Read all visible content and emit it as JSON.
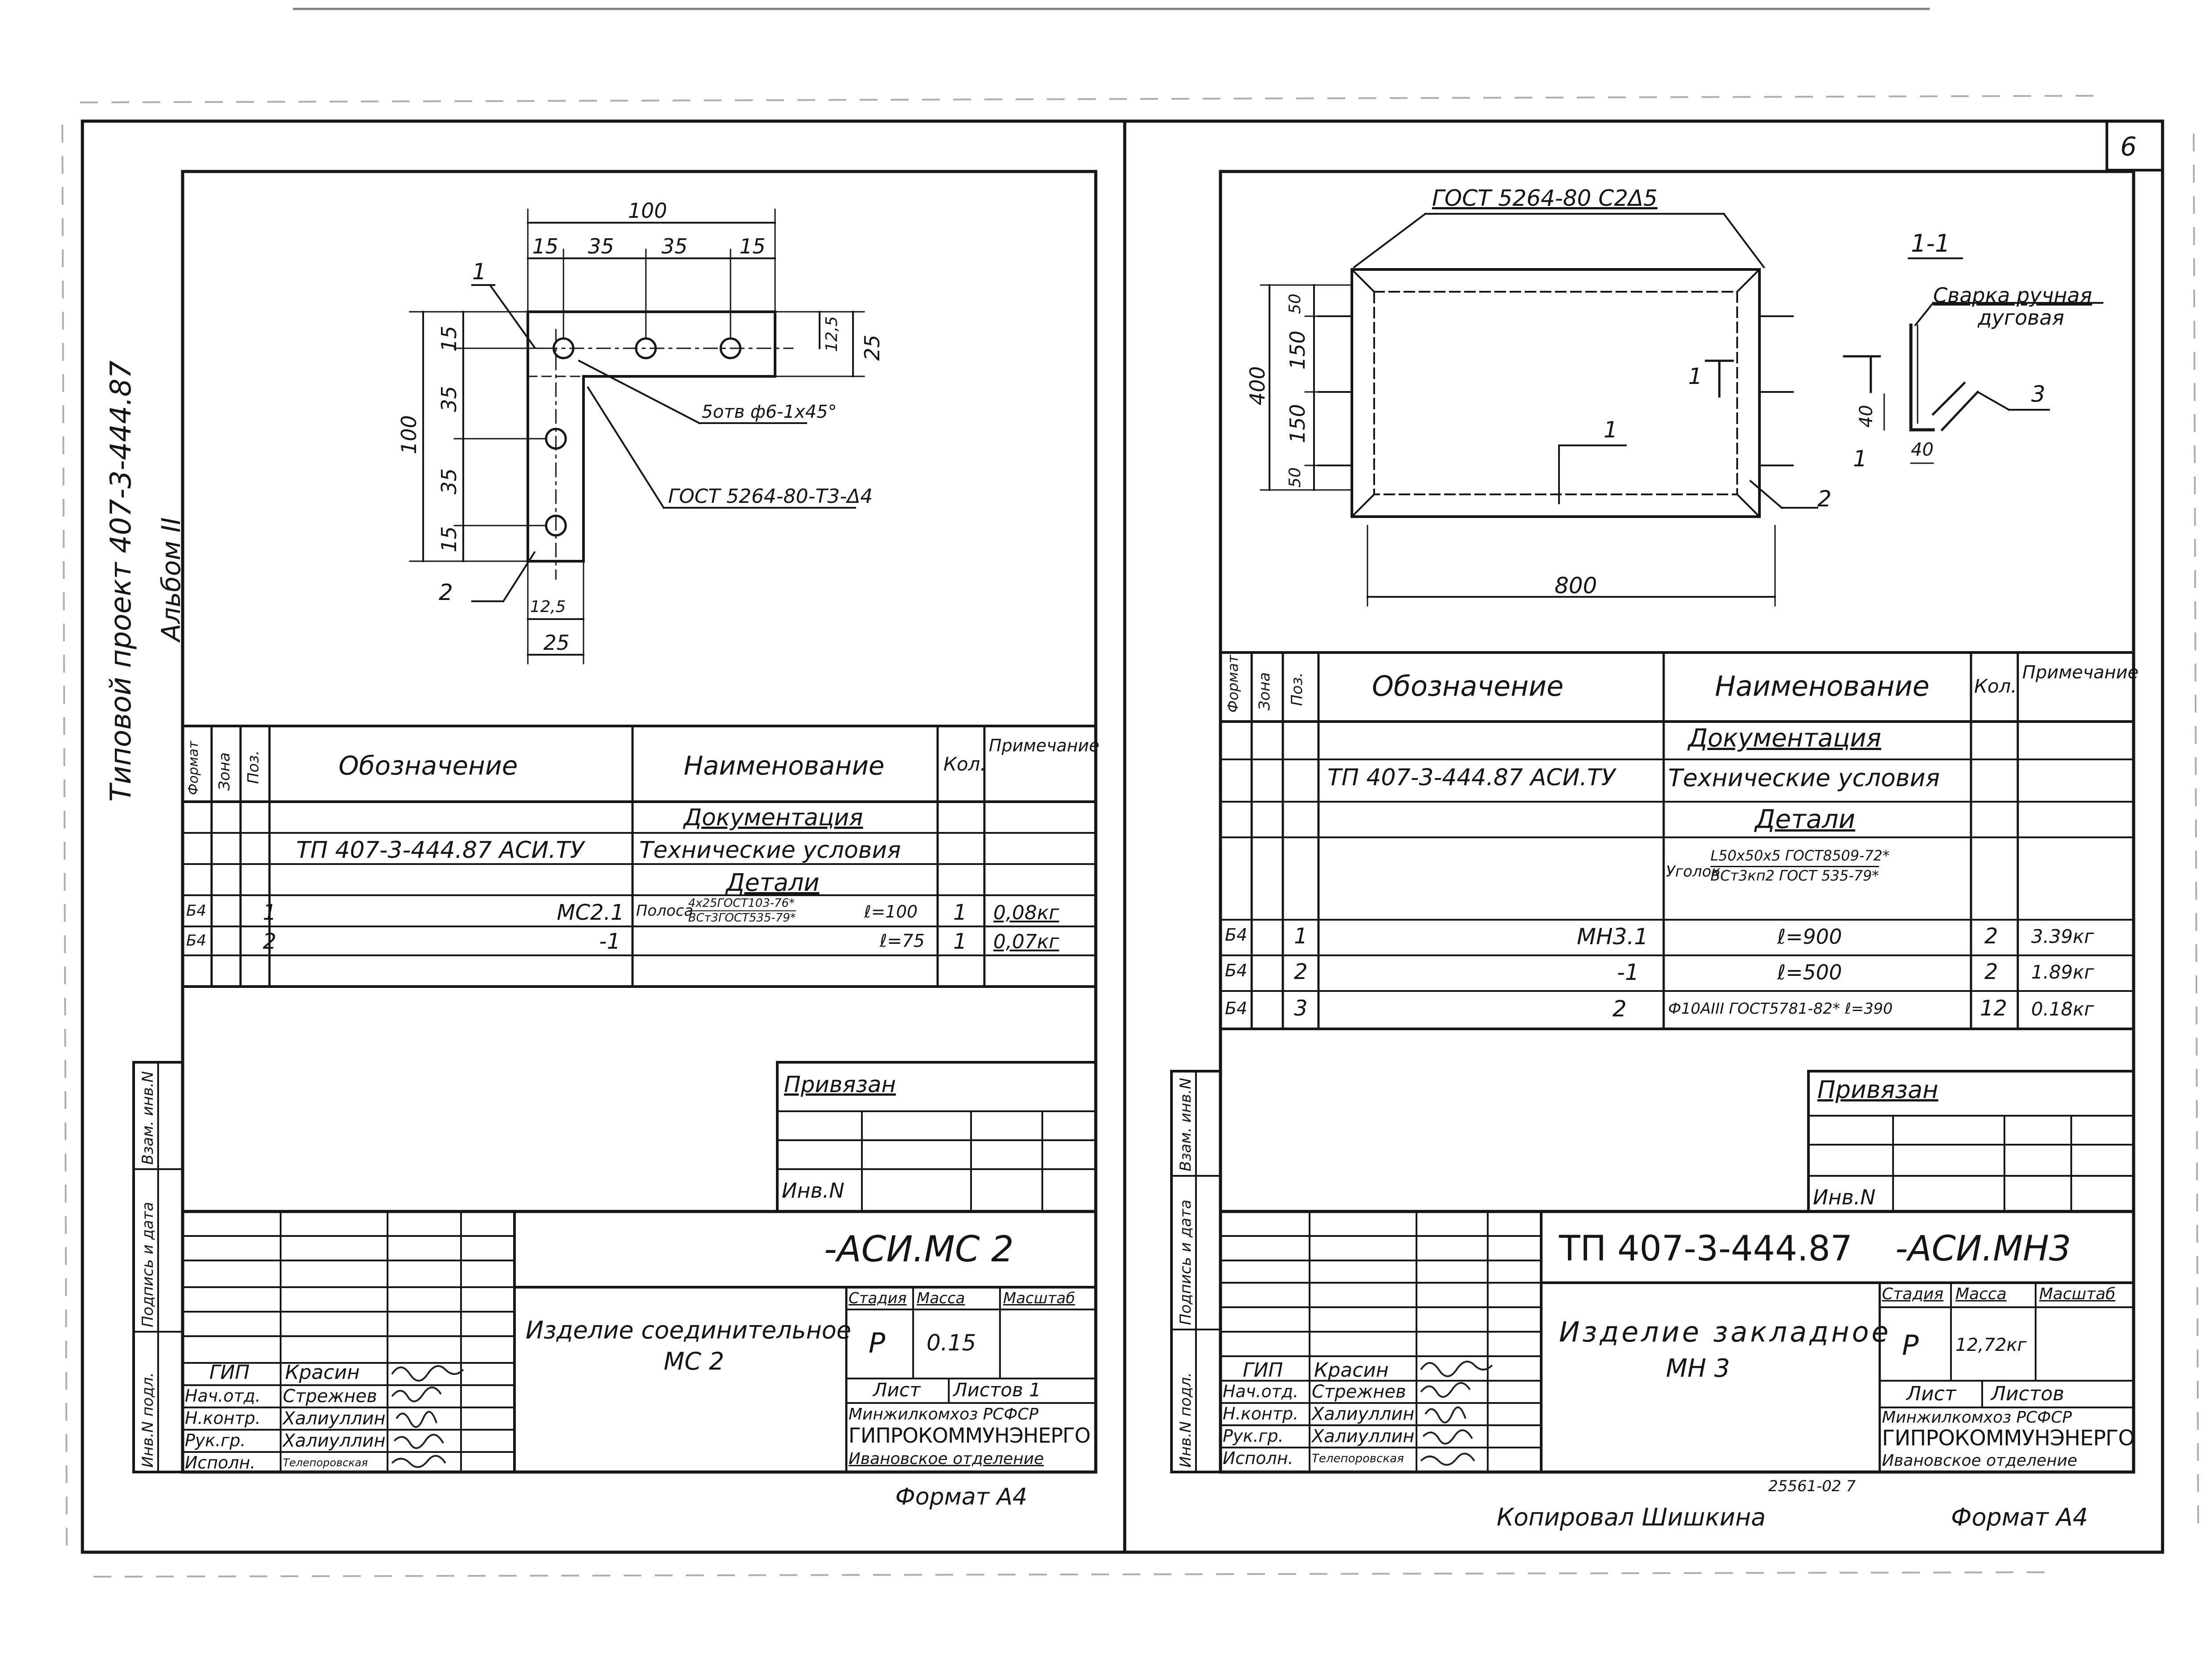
{
  "page_number": "6",
  "side_title": "Типовой проект 407-3-444.87",
  "side_album": "Альбом II",
  "left": {
    "drawing": {
      "dims_top": [
        "100",
        "15",
        "35",
        "35",
        "15"
      ],
      "dims_left": [
        "100",
        "15",
        "35",
        "35",
        "15"
      ],
      "dims_right": [
        "12,5",
        "25"
      ],
      "dims_bottom": [
        "12,5",
        "25"
      ],
      "callouts": [
        "1",
        "2"
      ],
      "hole_note": "5отв ф6-1х45°",
      "weld_note": "ГОСТ 5264-80-Т3-Δ4"
    },
    "spec": {
      "head": [
        "Формат",
        "Зона",
        "Поз.",
        "Обозначение",
        "Наименование",
        "Кол.",
        "Примечание"
      ],
      "section_docs": "Документация",
      "doc_code": "ТП 407-3-444.87 АСИ.ТУ",
      "doc_name": "Технические условия",
      "section_parts": "Детали",
      "rows": [
        {
          "fmt": "Б4",
          "pos": "1",
          "code": "МС2.1",
          "name_a": "Полоса",
          "name_b": "4х25ГОСТ103-76*",
          "name_c": "ВСт3ГОСТ535-79*",
          "len": "ℓ=100",
          "qty": "1",
          "note": "0,08кг"
        },
        {
          "fmt": "Б4",
          "pos": "2",
          "code": "-1",
          "len": "ℓ=75",
          "qty": "1",
          "note": "0,07кг"
        }
      ]
    },
    "privyazan": "Привязан",
    "inv": "Инв.N",
    "stamp": {
      "code": "-АСИ.МС 2",
      "title_a": "Изделие соединительное",
      "title_b": "МС 2",
      "stage_h": "Стадия",
      "mass_h": "Масса",
      "scale_h": "Масштаб",
      "stage": "Р",
      "mass": "0.15",
      "sheet": "Лист",
      "sheets": "Листов 1",
      "org_1": "Минжилкомхоз РСФСР",
      "org_2": "ГИПРОКОММУНЭНЕРГО",
      "org_3": "Ивановское отделение",
      "roles": [
        "ГИП",
        "Нач.отд.",
        "Н.контр.",
        "Рук.гр.",
        "Исполн."
      ],
      "names": [
        "Красин",
        "Стрежнев",
        "Халиуллин",
        "Халиуллин",
        "Телепоровская"
      ]
    },
    "side_labels": [
      "Инв.N подл.",
      "Подпись и дата",
      "Взам. инв.N"
    ],
    "format": "Формат А4"
  },
  "right": {
    "drawing": {
      "weld_top": "ГОСТ 5264-80 С2Δ5",
      "section": "1-1",
      "weld_note_a": "Сварка ручная",
      "weld_note_b": "дуговая",
      "dims_left": [
        "400",
        "50",
        "150",
        "150",
        "50"
      ],
      "dim_bottom": "800",
      "dims_section": [
        "40",
        "40"
      ],
      "callouts": [
        "1",
        "2",
        "3",
        "1",
        "1"
      ]
    },
    "spec": {
      "head": [
        "Формат",
        "Зона",
        "Поз.",
        "Обозначение",
        "Наименование",
        "Кол.",
        "Примечание"
      ],
      "section_docs": "Документация",
      "doc_code": "ТП 407-3-444.87 АСИ.ТУ",
      "doc_name": "Технические условия",
      "section_parts": "Детали",
      "angle_a": "Уголок",
      "angle_b": "L50х50х5 ГОСТ8509-72*",
      "angle_c": "ВСт3кп2 ГОСТ 535-79*",
      "rows": [
        {
          "fmt": "Б4",
          "pos": "1",
          "code": "МН3.1",
          "name": "ℓ=900",
          "qty": "2",
          "note": "3.39кг"
        },
        {
          "fmt": "Б4",
          "pos": "2",
          "code": "-1",
          "name": "ℓ=500",
          "qty": "2",
          "note": "1.89кг"
        },
        {
          "fmt": "Б4",
          "pos": "3",
          "code": "2",
          "name": "Ф10АIII ГОСТ5781-82* ℓ=390",
          "qty": "12",
          "note": "0.18кг"
        }
      ]
    },
    "privyazan": "Привязан",
    "inv": "Инв.N",
    "stamp": {
      "code_a": "ТП 407-3-444.87",
      "code_b": "-АСИ.МН3",
      "title_a": "Изделие закладное",
      "title_b": "МН 3",
      "stage_h": "Стадия",
      "mass_h": "Масса",
      "scale_h": "Масштаб",
      "stage": "Р",
      "mass": "12,72кг",
      "sheet": "Лист",
      "sheets": "Листов",
      "org_1": "Минжилкомхоз РСФСР",
      "org_2": "ГИПРОКОММУНЭНЕРГО",
      "org_3": "Ивановское отделение",
      "roles": [
        "ГИП",
        "Нач.отд.",
        "Н.контр.",
        "Рук.гр.",
        "Исполн."
      ],
      "names": [
        "Красин",
        "Стрежнев",
        "Халиуллин",
        "Халиуллин",
        "Телепоровская"
      ]
    },
    "side_labels": [
      "Инв.N подл.",
      "Подпись и дата",
      "Взам. инв.N"
    ],
    "copied": "Копировал Шишкина",
    "serial": "25561-02 7",
    "format": "Формат А4"
  }
}
